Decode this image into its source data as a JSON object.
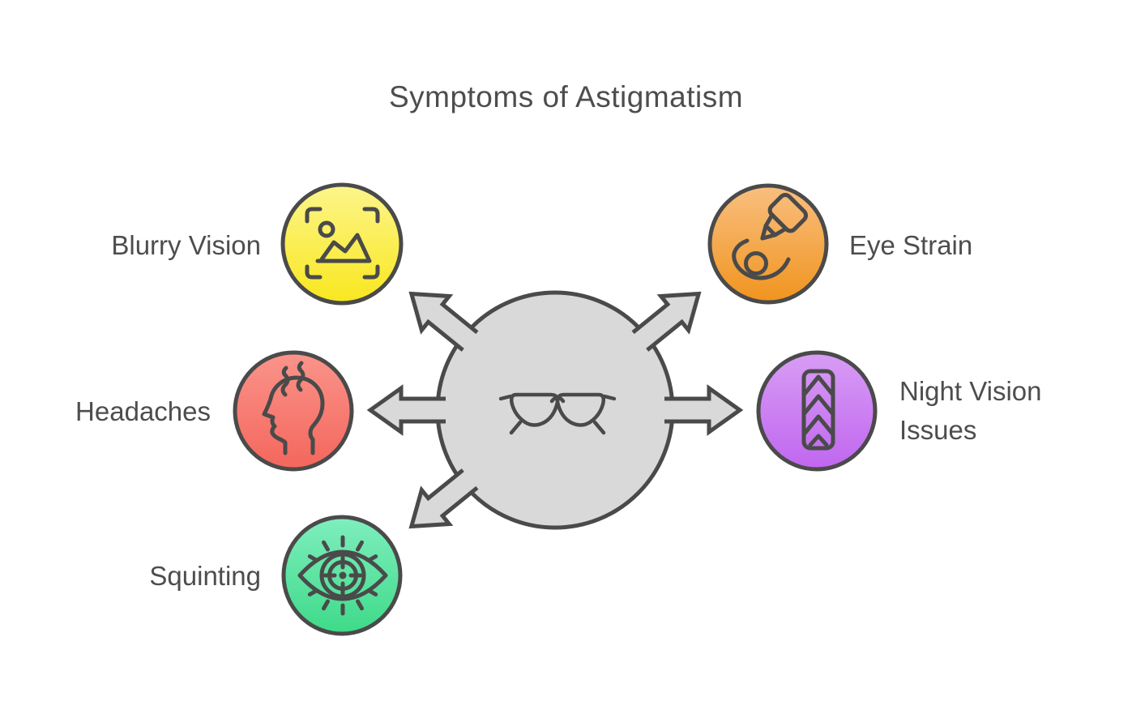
{
  "title": "Symptoms of Astigmatism",
  "colors": {
    "background": "#ffffff",
    "ink": "#4a4a4a",
    "text": "#4d4d4d",
    "hub_fill": "#d9d9d9"
  },
  "center": {
    "icon": "glasses-icon"
  },
  "symptoms": [
    {
      "label": "Blurry Vision",
      "icon": "image-viewfinder-icon",
      "color_top": "#fdf58b",
      "color_bottom": "#f8e71e",
      "position": "upper-left"
    },
    {
      "label": "Eye Strain",
      "icon": "eye-drops-icon",
      "color_top": "#f9bf80",
      "color_bottom": "#f0941e",
      "position": "upper-right"
    },
    {
      "label": "Headaches",
      "icon": "head-profile-icon",
      "color_top": "#fa948b",
      "color_bottom": "#f4665c",
      "position": "middle-left"
    },
    {
      "label": "Night Vision Issues",
      "icon": "chevron-strip-icon",
      "color_top": "#d89df5",
      "color_bottom": "#c066ef",
      "position": "middle-right"
    },
    {
      "label": "Squinting",
      "icon": "target-eye-icon",
      "color_top": "#7feebe",
      "color_bottom": "#3eda88",
      "position": "lower-left"
    }
  ]
}
